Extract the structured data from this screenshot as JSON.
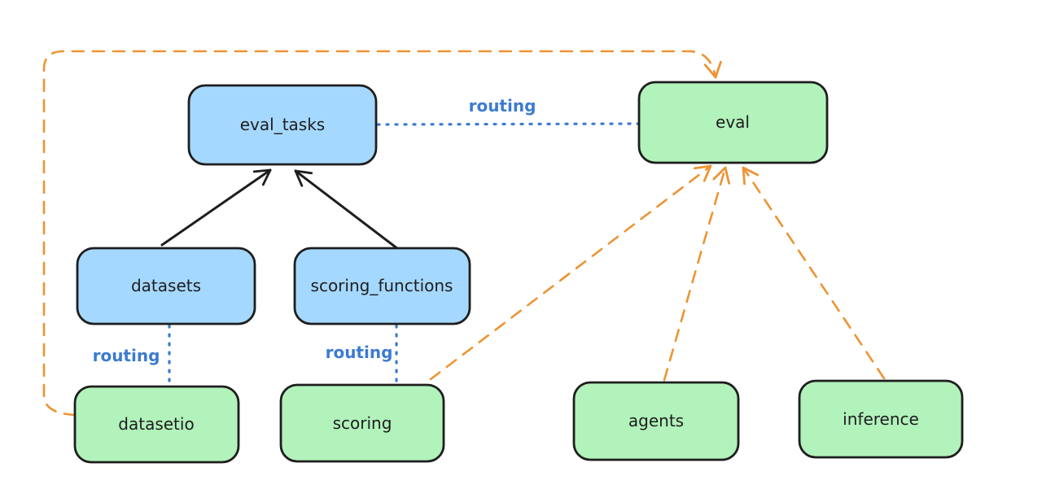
{
  "diagram": {
    "nodes": [
      {
        "id": "eval_tasks",
        "label": "eval_tasks",
        "fill": "#a5d8ff"
      },
      {
        "id": "eval",
        "label": "eval",
        "fill": "#b2f2bb"
      },
      {
        "id": "datasets",
        "label": "datasets",
        "fill": "#a5d8ff"
      },
      {
        "id": "scoring_functions",
        "label": "scoring_functions",
        "fill": "#a5d8ff"
      },
      {
        "id": "datasetio",
        "label": "datasetio",
        "fill": "#b2f2bb"
      },
      {
        "id": "scoring",
        "label": "scoring",
        "fill": "#b2f2bb"
      },
      {
        "id": "agents",
        "label": "agents",
        "fill": "#b2f2bb"
      },
      {
        "id": "inference",
        "label": "inference",
        "fill": "#b2f2bb"
      }
    ],
    "edge_labels": [
      {
        "text": "routing"
      },
      {
        "text": "routing"
      },
      {
        "text": "routing"
      }
    ],
    "edges": [
      {
        "from": "eval_tasks",
        "to": "eval",
        "style": "dotted-blue",
        "label": "routing"
      },
      {
        "from": "datasets",
        "to": "eval_tasks",
        "style": "solid-black-arrow"
      },
      {
        "from": "scoring_functions",
        "to": "eval_tasks",
        "style": "solid-black-arrow"
      },
      {
        "from": "datasets",
        "to": "datasetio",
        "style": "dotted-blue",
        "label": "routing"
      },
      {
        "from": "scoring_functions",
        "to": "scoring",
        "style": "dotted-blue",
        "label": "routing"
      },
      {
        "from": "datasetio",
        "to": "eval",
        "style": "dashed-orange-arrow"
      },
      {
        "from": "scoring",
        "to": "eval",
        "style": "dashed-orange-arrow"
      },
      {
        "from": "agents",
        "to": "eval",
        "style": "dashed-orange-arrow"
      },
      {
        "from": "inference",
        "to": "eval",
        "style": "dashed-orange-arrow"
      }
    ],
    "colors": {
      "node_stroke": "#1e1e1e",
      "blue_fill": "#a5d8ff",
      "green_fill": "#b2f2bb",
      "routing_blue": "#3d7bd1",
      "dashed_orange": "#ec9434",
      "arrow_black": "#1e1e1e",
      "background": "#ffffff"
    }
  }
}
